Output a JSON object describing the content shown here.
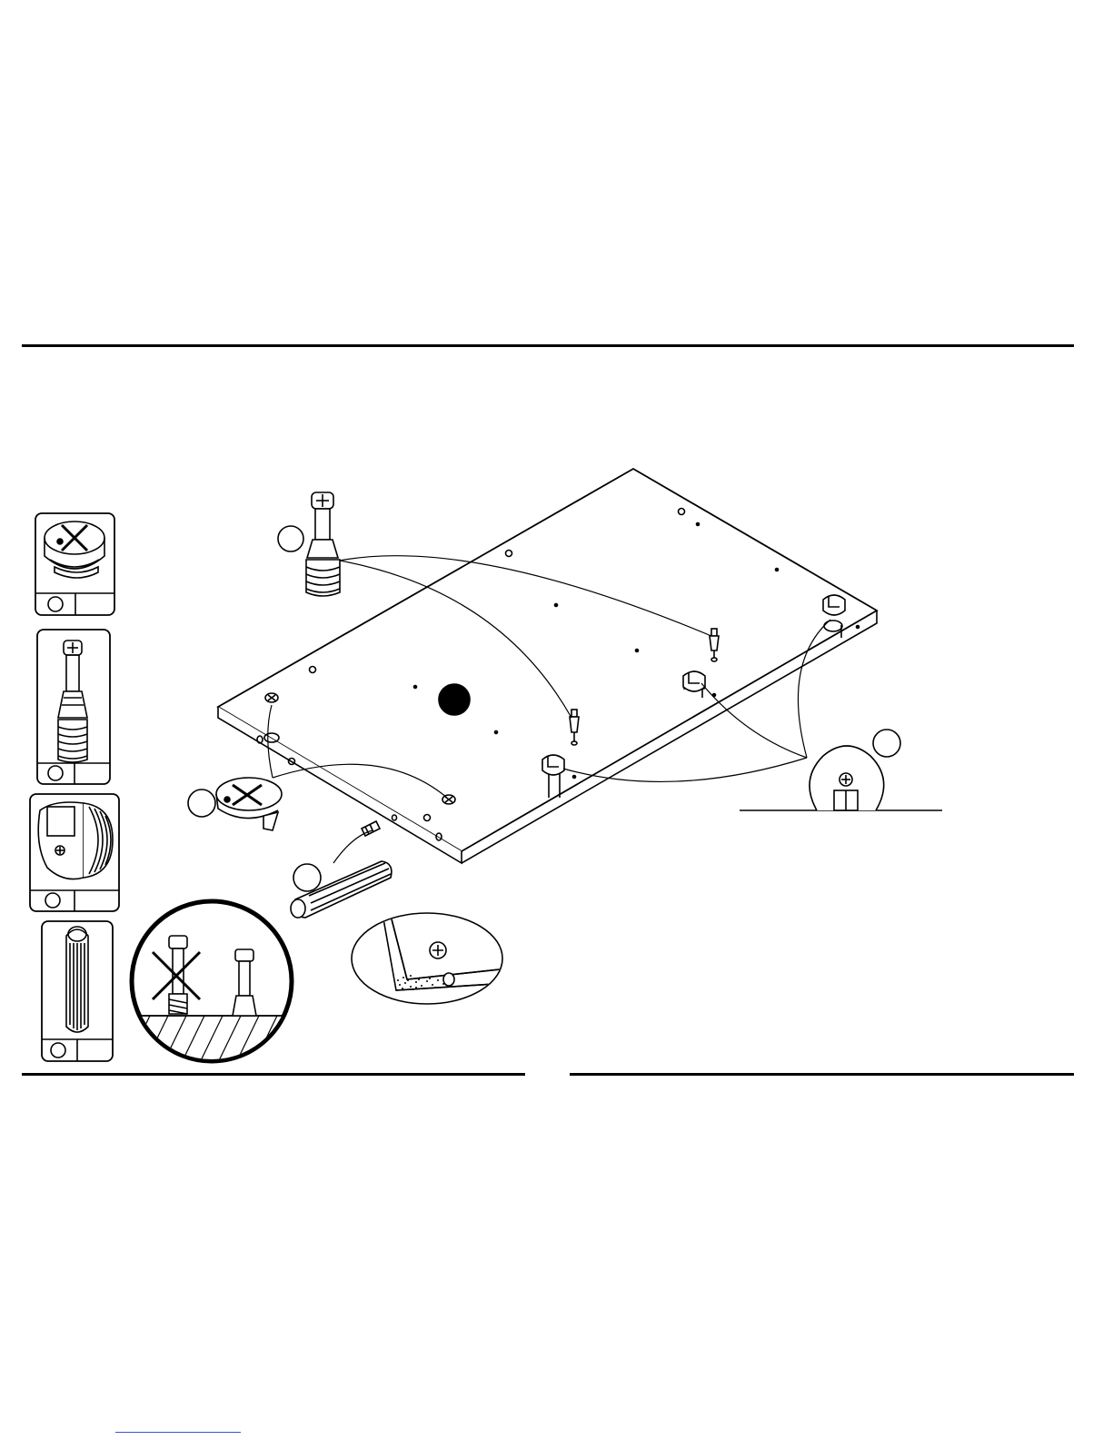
{
  "page": {
    "background": "#ffffff",
    "ink": "#000000",
    "link_underline_color": "#3355cc"
  },
  "rules": [
    {
      "name": "top-divider"
    },
    {
      "name": "bottom-divider-left"
    },
    {
      "name": "bottom-divider-right"
    }
  ],
  "parts_legend": [
    {
      "name": "cam-lock-part",
      "icon": "cam-lock-icon",
      "label": ""
    },
    {
      "name": "cam-bolt-part",
      "icon": "cam-bolt-icon",
      "label": ""
    },
    {
      "name": "drawer-cam-part",
      "icon": "drawer-cam-icon",
      "label": ""
    },
    {
      "name": "wooden-dowel-part",
      "icon": "wooden-dowel-icon",
      "label": ""
    }
  ],
  "main_drawing": {
    "panel": "panel-board",
    "callouts": [
      "cam-bolt-callout",
      "cam-lock-callout",
      "dowel-callout",
      "drawer-cam-callout"
    ],
    "callout_labels": [
      "",
      "",
      "",
      ""
    ],
    "details": [
      "wrong-right-bolt-depth-detail",
      "edge-finish-detail",
      "cam-alignment-detail"
    ]
  }
}
